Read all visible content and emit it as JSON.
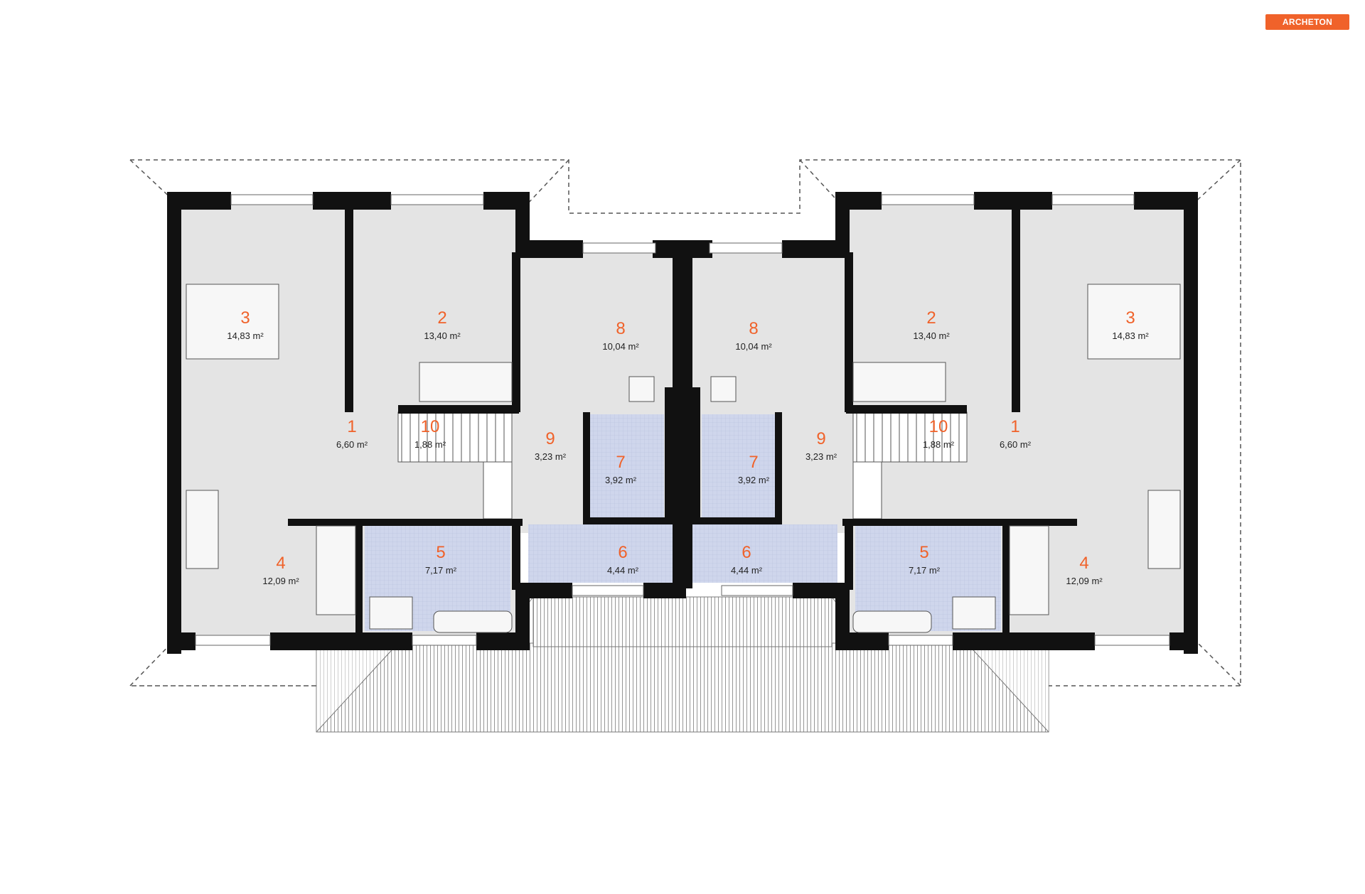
{
  "brand": {
    "logo_text": "ARCHETON",
    "color": "#f0622a"
  },
  "colors": {
    "wall": "#111111",
    "floor": "#e4e4e4",
    "wet_room": "#cfd6ec",
    "label_accent": "#f0622a"
  },
  "units": [
    {
      "side": "left",
      "rooms": [
        {
          "number": "3",
          "area": "14,83 m²"
        },
        {
          "number": "2",
          "area": "13,40 m²"
        },
        {
          "number": "8",
          "area": "10,04 m²"
        },
        {
          "number": "1",
          "area": "6,60 m²"
        },
        {
          "number": "10",
          "area": "1,88 m²"
        },
        {
          "number": "9",
          "area": "3,23 m²"
        },
        {
          "number": "7",
          "area": "3,92 m²"
        },
        {
          "number": "4",
          "area": "12,09 m²"
        },
        {
          "number": "5",
          "area": "7,17 m²"
        },
        {
          "number": "6",
          "area": "4,44 m²"
        }
      ]
    },
    {
      "side": "right",
      "rooms": [
        {
          "number": "8",
          "area": "10,04 m²"
        },
        {
          "number": "2",
          "area": "13,40 m²"
        },
        {
          "number": "3",
          "area": "14,83 m²"
        },
        {
          "number": "7",
          "area": "3,92 m²"
        },
        {
          "number": "9",
          "area": "3,23 m²"
        },
        {
          "number": "10",
          "area": "1,88 m²"
        },
        {
          "number": "1",
          "area": "6,60 m²"
        },
        {
          "number": "6",
          "area": "4,44 m²"
        },
        {
          "number": "5",
          "area": "7,17 m²"
        },
        {
          "number": "4",
          "area": "12,09 m²"
        }
      ]
    }
  ]
}
